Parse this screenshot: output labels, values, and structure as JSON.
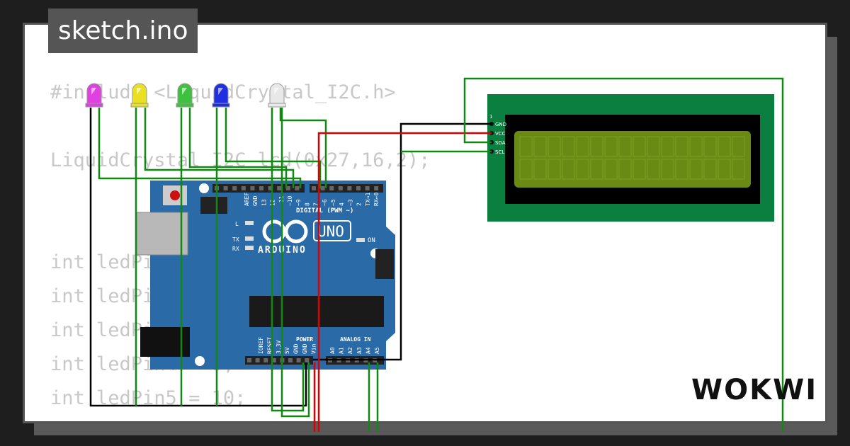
{
  "project": {
    "file_tab": "sketch.ino",
    "brand": "WOKWI"
  },
  "code_lines": [
    "#include <LiquidCrystal_I2C.h>",
    "",
    "LiquidCrystal_I2C lcd(0x27,16,2);",
    "",
    "",
    "int ledPin1 = 6;",
    "int ledPin2 = 7;",
    "int ledPin3 = 8;",
    "int ledPin4 = 9;",
    "int ledPin5 = 10;",
    "// ..."
  ],
  "leds": [
    {
      "color_name": "magenta",
      "fill": "#e040e0"
    },
    {
      "color_name": "yellow",
      "fill": "#e8e020"
    },
    {
      "color_name": "green",
      "fill": "#40c040"
    },
    {
      "color_name": "blue",
      "fill": "#2030e0"
    },
    {
      "color_name": "white",
      "fill": "#e8e8e8"
    }
  ],
  "arduino": {
    "model": "UNO",
    "brand": "ARDUINO",
    "digital_label": "DIGITAL (PWM ~)",
    "power_label": "POWER",
    "analog_label": "ANALOG IN",
    "on_label": "ON",
    "led_labels": [
      "L",
      "TX",
      "RX"
    ],
    "digital_pins": [
      "AREF",
      "GND",
      "13",
      "12",
      "~11",
      "~10",
      "~9",
      "8",
      "7",
      "~6",
      "~5",
      "4",
      "~3",
      "2",
      "TX→1",
      "RX←0"
    ],
    "power_pins": [
      "IOREF",
      "RESET",
      "3.3V",
      "5V",
      "GND",
      "GND",
      "Vin"
    ],
    "analog_pins": [
      "A0",
      "A1",
      "A2",
      "A3",
      "A4",
      "A5"
    ]
  },
  "lcd": {
    "pin_number": "1",
    "pins": [
      "GND",
      "VCC",
      "SDA",
      "SCL"
    ]
  },
  "colors": {
    "wire_green": "#118811",
    "wire_red": "#dd0000",
    "wire_black": "#000000",
    "board_blue": "#2a6aa6",
    "lcd_green": "#0b7f3f",
    "lcd_screen": "#6a8a16"
  }
}
